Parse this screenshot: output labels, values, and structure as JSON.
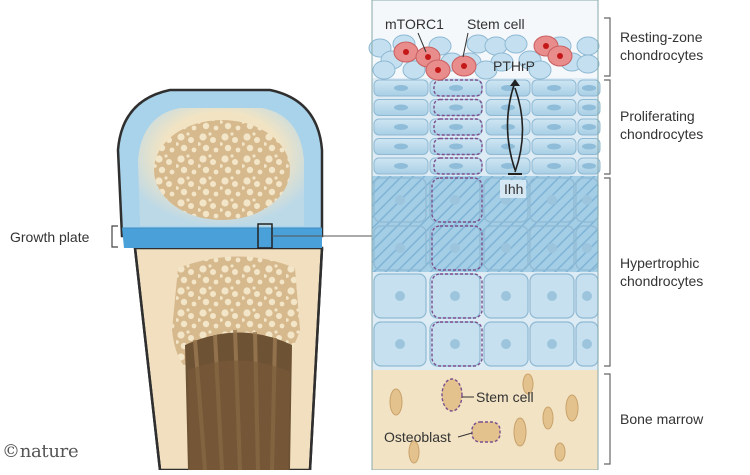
{
  "labels": {
    "growth_plate": "Growth plate",
    "mtorc1": "mTORC1",
    "stem_cell_top": "Stem cell",
    "pthrp": "PTHrP",
    "ihh": "Ihh",
    "stem_cell_marrow": "Stem cell",
    "osteoblast": "Osteoblast"
  },
  "zones": [
    {
      "line1": "Resting-zone",
      "line2": "chondrocytes"
    },
    {
      "line1": "Proliferating",
      "line2": "chondrocytes"
    },
    {
      "line1": "Hypertrophic",
      "line2": "chondrocytes"
    },
    {
      "line1": "Bone marrow",
      "line2": ""
    }
  ],
  "watermark": "©nature",
  "colors": {
    "cartilage": "#a9d3ea",
    "growth_plate": "#4aa0d8",
    "bone_outline": "#2f2f2f",
    "shaft": "#f1dfbf",
    "trabecular": "#c9a77e",
    "marrow_bg": "#f2e3c4",
    "stem_cell": "#e87e7e",
    "dashed_outline": "#7a4f8e"
  }
}
